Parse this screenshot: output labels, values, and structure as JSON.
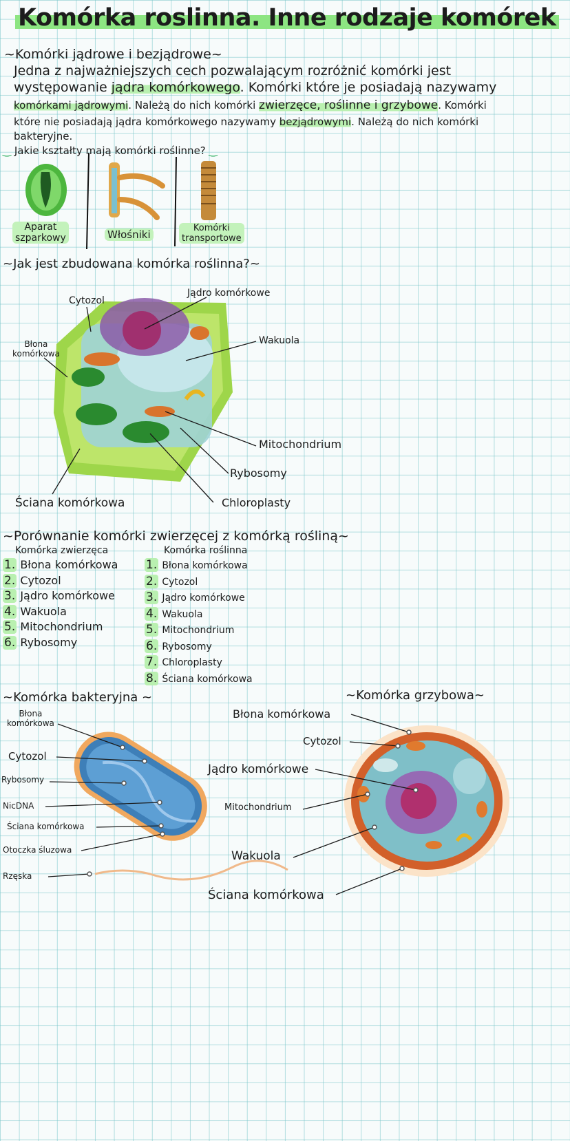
{
  "title": "Komórka roslinna. Inne rodzaje komórek",
  "section1": {
    "heading": "~Komórki jądrowe i bezjądrowe~",
    "line1": "Jedna z najważniejszych cech pozwalającym rozróżnić komórki jest",
    "line2_a": "występowanie ",
    "line2_hl": "jądra komórkowego",
    "line2_b": ". Komórki które je posiadają nazywamy",
    "line3_hl": "komórkami jądrowymi",
    "line3_a": ". Należą do nich komórki ",
    "line3_hl2": "zwierzęce, roślinne i grzybowe",
    "line3_b": ". Komórki",
    "line4_a": "które nie posiadają jądra komórkowego nazywamy ",
    "line4_hl": "bezjądrowymi",
    "line4_b": ". Należą do nich komórki",
    "line5": "bakteryjne."
  },
  "shapes": {
    "heading": "Jakie kształty mają komórki roślinne?",
    "items": [
      {
        "line1": "Aparat",
        "line2": "szparkowy"
      },
      {
        "line1": "Włośniki",
        "line2": ""
      },
      {
        "line1": "Komórki",
        "line2": "transportowe"
      }
    ]
  },
  "plant_cell": {
    "heading": "~Jak jest zbudowana komórka roślinna?~",
    "labels": {
      "cytozol": "Cytozol",
      "jadro": "Jądro komórkowe",
      "blona1": "Błona",
      "blona2": "komórkowa",
      "wakuola": "Wakuola",
      "mitochondrium": "Mitochondrium",
      "rybosomy": "Rybosomy",
      "chloroplasty": "Chloroplasty",
      "sciana": "Ściana komórkowa"
    }
  },
  "comparison": {
    "heading": "~Porównanie komórki zwierzęcej z komórką rośliną~",
    "animal_header": "Komórka zwierzęca",
    "plant_header": "Komórka roślinna",
    "animal": [
      {
        "n": "1.",
        "t": "Błona komórkowa"
      },
      {
        "n": "2.",
        "t": "Cytozol"
      },
      {
        "n": "3.",
        "t": "Jądro komórkowe"
      },
      {
        "n": "4.",
        "t": "Wakuola"
      },
      {
        "n": "5.",
        "t": "Mitochondrium"
      },
      {
        "n": "6.",
        "t": "Rybosomy"
      }
    ],
    "plant": [
      {
        "n": "1.",
        "t": "Błona komórkowa"
      },
      {
        "n": "2.",
        "t": "Cytozol"
      },
      {
        "n": "3.",
        "t": "Jądro komórkowe"
      },
      {
        "n": "4.",
        "t": "Wakuola"
      },
      {
        "n": "5.",
        "t": "Mitochondrium"
      },
      {
        "n": "6.",
        "t": "Rybosomy"
      },
      {
        "n": "7.",
        "t": "Chloroplasty"
      },
      {
        "n": "8.",
        "t": "Ściana komórkowa"
      }
    ]
  },
  "bacteria": {
    "heading": "~Komórka bakteryjna ~",
    "labels": {
      "blona1": "Błona",
      "blona2": "komórkowa",
      "cytozol": "Cytozol",
      "rybosomy": "Rybosomy",
      "nicdna": "NicDNA",
      "sciana": "Ściana komórkowa",
      "otoczka": "Otoczka śluzowa",
      "rzeska": "Rzęska"
    }
  },
  "fungus": {
    "heading": "~Komórka grzybowa~",
    "labels": {
      "blona": "Błona komórkowa",
      "cytozol": "Cytozol",
      "jadro": "Jądro komórkowe",
      "mitochondrium": "Mitochondrium",
      "wakuola": "Wakuola",
      "sciana": "Ściana komórkowa"
    }
  }
}
